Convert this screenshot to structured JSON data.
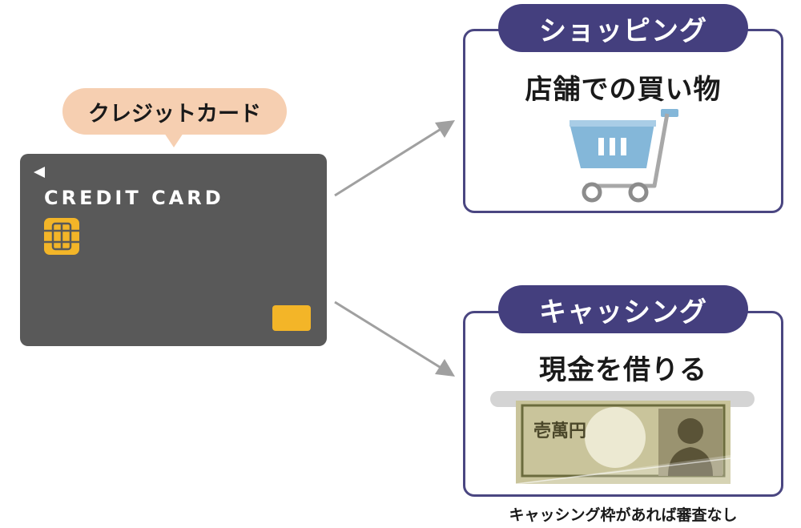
{
  "bubble": {
    "label": "クレジットカード"
  },
  "card": {
    "text": "CREDIT CARD"
  },
  "shopping": {
    "tag": "ショッピング",
    "subtitle": "店舗での買い物"
  },
  "cashing": {
    "tag": "キャッシング",
    "subtitle": "現金を借りる",
    "banknote_text": "壱萬円",
    "footnote": "キャッシング枠があれば審査なし"
  },
  "icons": [
    "shopping-cart-icon",
    "banknote-icon",
    "ic-chip-icon"
  ],
  "colors": {
    "card": "#595959",
    "chip": "#f3b528",
    "bubble": "#f6cfb1",
    "accent": "#443f7e",
    "cart": "#84b7d9",
    "arrow": "#a0a0a0"
  }
}
